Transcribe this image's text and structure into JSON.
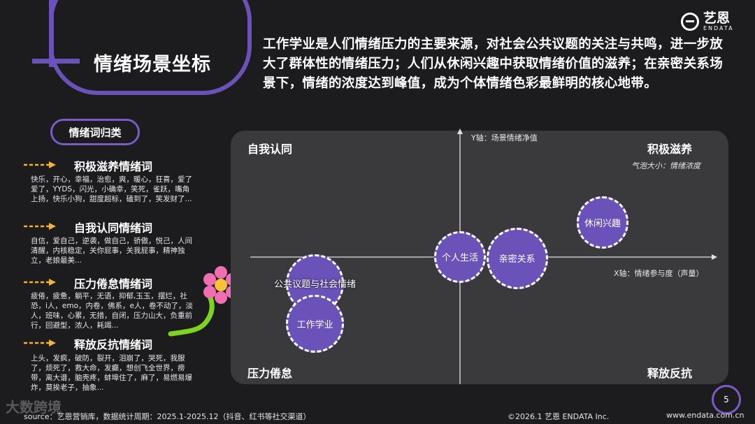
{
  "header": {
    "title": "情绪场景坐标",
    "summary": "工作学业是人们情绪压力的主要来源，对社会公共议题的关注与共鸣，进一步放大了群体性的情绪压力；人们从休闲兴趣中获取情绪价值的滋养；在亲密关系场景下，情绪的浓度达到峰值，成为个体情绪色彩最鲜明的核心地带。"
  },
  "logo": {
    "cn": "艺恩",
    "en": "ENDATA"
  },
  "sidebar": {
    "pill": "情绪词归类",
    "categories": [
      {
        "title": "积极滋养情绪词",
        "words": "快乐，开心，幸福，治愈，爽，暖心，狂喜，爱了爱了，YYDS，闪光，小确幸，笑死，雀跃，嘴角上扬，快乐小狗，甜度超标，磕到了，笑发财了..."
      },
      {
        "title": "自我认同情绪词",
        "words": "自信，爱自己，逆袭，做自己，骄傲，悦己，人间清醒，内核稳定，关你屁事，关我屁事，精神独立，老娘最美..."
      },
      {
        "title": "压力倦怠情绪词",
        "words": "疲倦，疲惫，躺平，无语，抑郁,玉玉，摆烂，社恐，i人，emo，内卷，佛系，e人，卷不动了，淡人，班味，心累，无措，自闭，压力山大，负重前行，回避型，浓人，耗竭..."
      },
      {
        "title": "释放反抗情绪词",
        "words": "上头，发疯，破防，裂开，泪崩了，哭死，我服了，烦死了，救大命，发癫，想创飞全世界，痨带，离大谱，脑壳疼，蚌埠住了，麻了，易燃易爆炸，莫挨老子，抽象..."
      }
    ]
  },
  "chart_data": {
    "type": "scatter",
    "y_axis_label": "Y轴：场景情绪净值",
    "x_axis_label": "X轴：情绪参与度（声量）",
    "size_label": "气泡大小：情绪浓度",
    "quadrants": {
      "top_left": "自我认同",
      "top_right": "积极滋养",
      "bottom_left": "压力倦怠",
      "bottom_right": "释放反抗"
    },
    "points": [
      {
        "label": "休闲兴趣",
        "x": 0.6,
        "y": 0.3,
        "size": 0.85
      },
      {
        "label": "个人生活",
        "x": 0.0,
        "y": 0.0,
        "size": 0.85
      },
      {
        "label": "亲密关系",
        "x": 0.24,
        "y": -0.01,
        "size": 1.0
      },
      {
        "label": "公共议题与社会情绪",
        "x": -0.61,
        "y": -0.23,
        "size": 0.95
      },
      {
        "label": "工作学业",
        "x": -0.61,
        "y": -0.58,
        "size": 0.95
      }
    ]
  },
  "footer": {
    "source": "source：艺恩营销库，数据统计周期：2025.1-2025.12（抖音、红书等社交渠道）",
    "copyright": "©2026.1  艺恩 ENDATA Inc.",
    "url": "www.endata.com.cn",
    "page": "5",
    "watermark": "大数跨境"
  },
  "colors": {
    "accent": "#6b52b8",
    "background": "#1c1b1d",
    "panel": "#3a393c",
    "arrow": "#f0b43a"
  }
}
